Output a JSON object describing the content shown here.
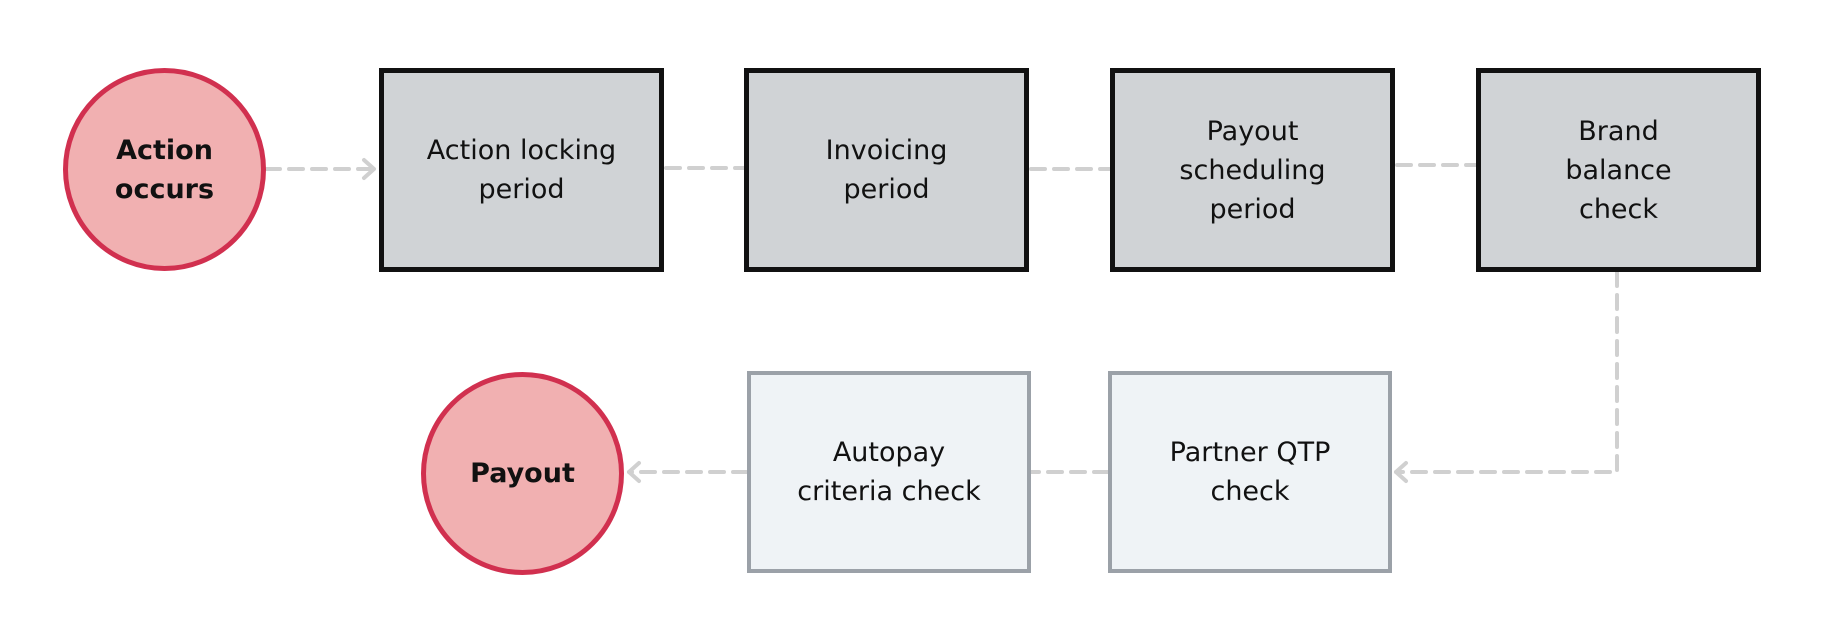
{
  "flow": {
    "start": "Action occurs",
    "steps": [
      "Action locking period",
      "Invoicing period",
      "Payout scheduling period",
      "Brand balance check",
      "Partner QTP check",
      "Autopay criteria check"
    ],
    "end": "Payout"
  },
  "colors": {
    "circle_fill": "#f1b0b1",
    "circle_border": "#d1304f",
    "period_fill": "#d0d3d6",
    "period_border": "#111111",
    "check_fill": "#eff3f6",
    "check_border": "#9ba1a8",
    "connector": "#d0d0d0"
  }
}
